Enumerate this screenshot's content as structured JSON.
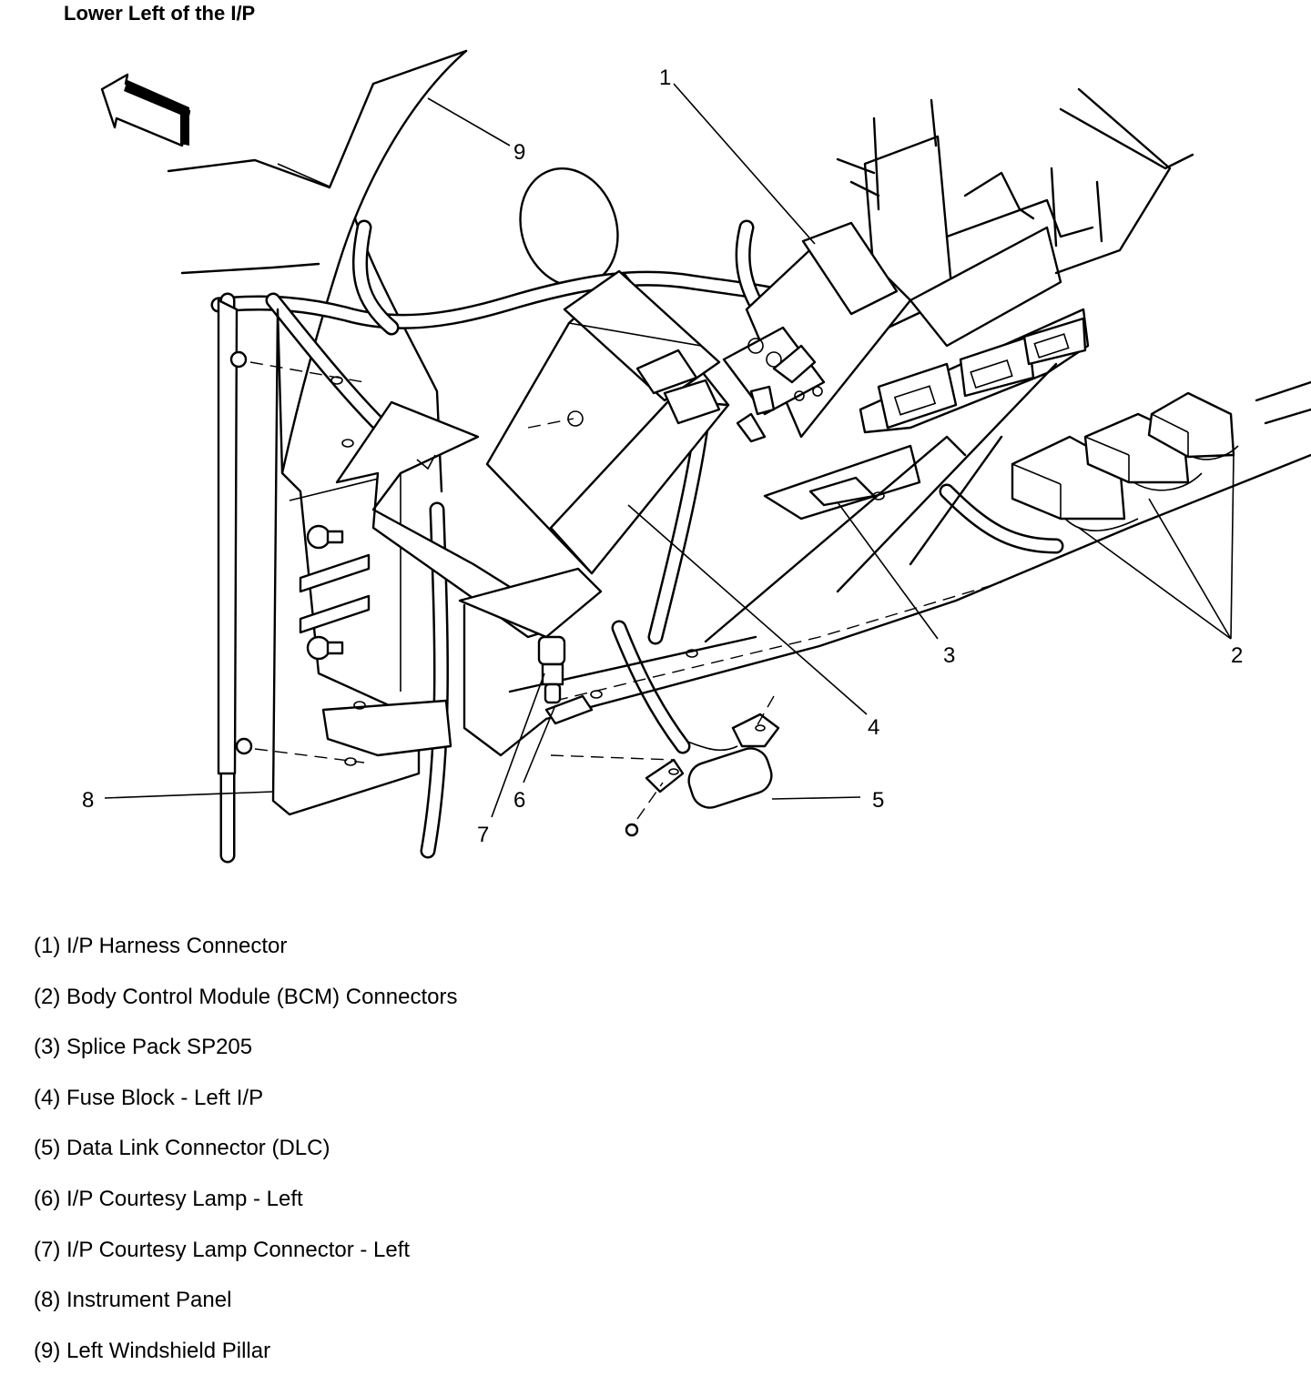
{
  "title": "Lower Left of the I/P",
  "callouts": [
    "1",
    "2",
    "3",
    "4",
    "5",
    "6",
    "7",
    "8",
    "9"
  ],
  "legend": [
    "(1) I/P Harness Connector",
    "(2) Body Control Module (BCM) Connectors",
    "(3) Splice Pack SP205",
    "(4) Fuse Block - Left I/P",
    "(5) Data Link Connector (DLC)",
    "(6) I/P Courtesy Lamp - Left",
    "(7) I/P Courtesy Lamp Connector - Left",
    "(8) Instrument Panel",
    "(9) Left Windshield Pillar"
  ]
}
